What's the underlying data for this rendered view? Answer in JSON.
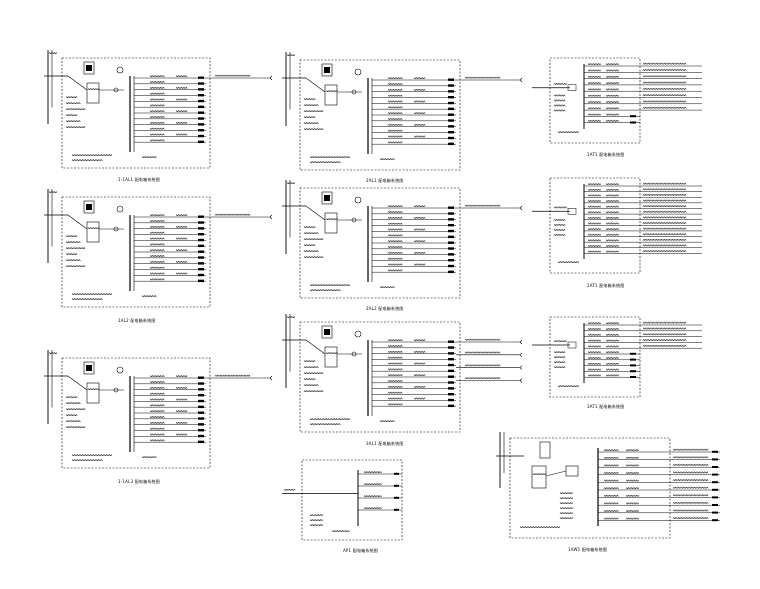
{
  "diagram": {
    "panels": [
      {
        "id": "p1",
        "caption": "1-1AL1 配电箱系统图",
        "kind": "meter",
        "rows": 12,
        "feeders": 1,
        "variant": "a"
      },
      {
        "id": "p2",
        "caption": "1AL2 配电箱系统图",
        "kind": "meter",
        "rows": 12,
        "feeders": 1,
        "variant": "a"
      },
      {
        "id": "p3",
        "caption": "1-1AL3 配电箱系统图",
        "kind": "meter",
        "rows": 12,
        "feeders": 1,
        "variant": "a"
      },
      {
        "id": "p4",
        "caption": "2AL1 配电箱系统图",
        "kind": "meter",
        "rows": 12,
        "feeders": 1,
        "variant": "b"
      },
      {
        "id": "p5",
        "caption": "2AL2 配电箱系统图",
        "kind": "meter",
        "rows": 12,
        "feeders": 1,
        "variant": "b"
      },
      {
        "id": "p6",
        "caption": "3AL1 配电箱系统图",
        "kind": "meter",
        "rows": 12,
        "feeders": 4,
        "variant": "b"
      },
      {
        "id": "p7",
        "caption": "AP1 配电箱系统图",
        "kind": "small",
        "rows": 4,
        "feeders": 1,
        "variant": "c"
      },
      {
        "id": "p8",
        "caption": "1AT1 配电箱系统图",
        "kind": "sub",
        "rows": 10,
        "feeders": 8,
        "variant": "d"
      },
      {
        "id": "p9",
        "caption": "2AT1 配电箱系统图",
        "kind": "sub",
        "rows": 13,
        "feeders": 13,
        "variant": "d"
      },
      {
        "id": "p10",
        "caption": "3AT1 配电箱系统图",
        "kind": "sub",
        "rows": 10,
        "feeders": 5,
        "variant": "d"
      },
      {
        "id": "p11",
        "caption": "1AW1 配电箱系统图",
        "kind": "big",
        "rows": 10,
        "feeders": 10,
        "variant": "e"
      }
    ],
    "colors": {
      "line": "#000000",
      "background": "#ffffff",
      "dashed": "#333333"
    }
  }
}
